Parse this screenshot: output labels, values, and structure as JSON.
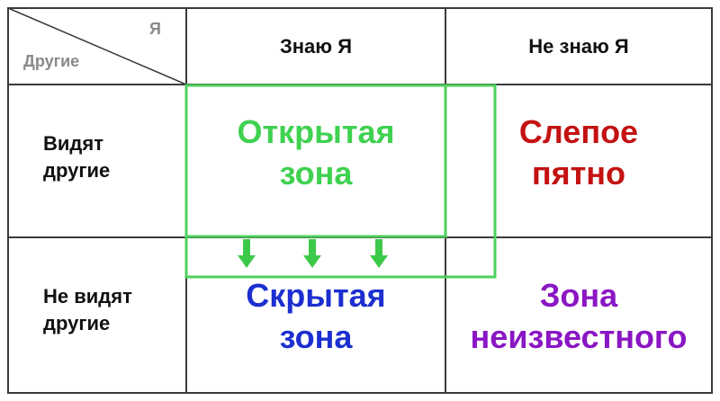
{
  "corner": {
    "top_label": "Я",
    "bottom_label": "Другие"
  },
  "columns": [
    "Знаю Я",
    "Не знаю Я"
  ],
  "rows": [
    "Видят\nдругие",
    "Не видят\nдругие"
  ],
  "zones": {
    "open": {
      "label": "Открытая\nзона",
      "color": "#3fd150"
    },
    "blind": {
      "label": "Слепое\nпятно",
      "color": "#c41212"
    },
    "hidden": {
      "label": "Скрытая\nзона",
      "color": "#1c2fd0"
    },
    "unknown": {
      "label": "Зона\nнеизвестного",
      "color": "#8a16c4"
    }
  },
  "colors": {
    "grid": "#3a3a3a",
    "highlight": "#4cd15c",
    "arrow": "#3cc94a"
  },
  "arrows": {
    "count": 3,
    "icon": "arrow-down-icon"
  }
}
